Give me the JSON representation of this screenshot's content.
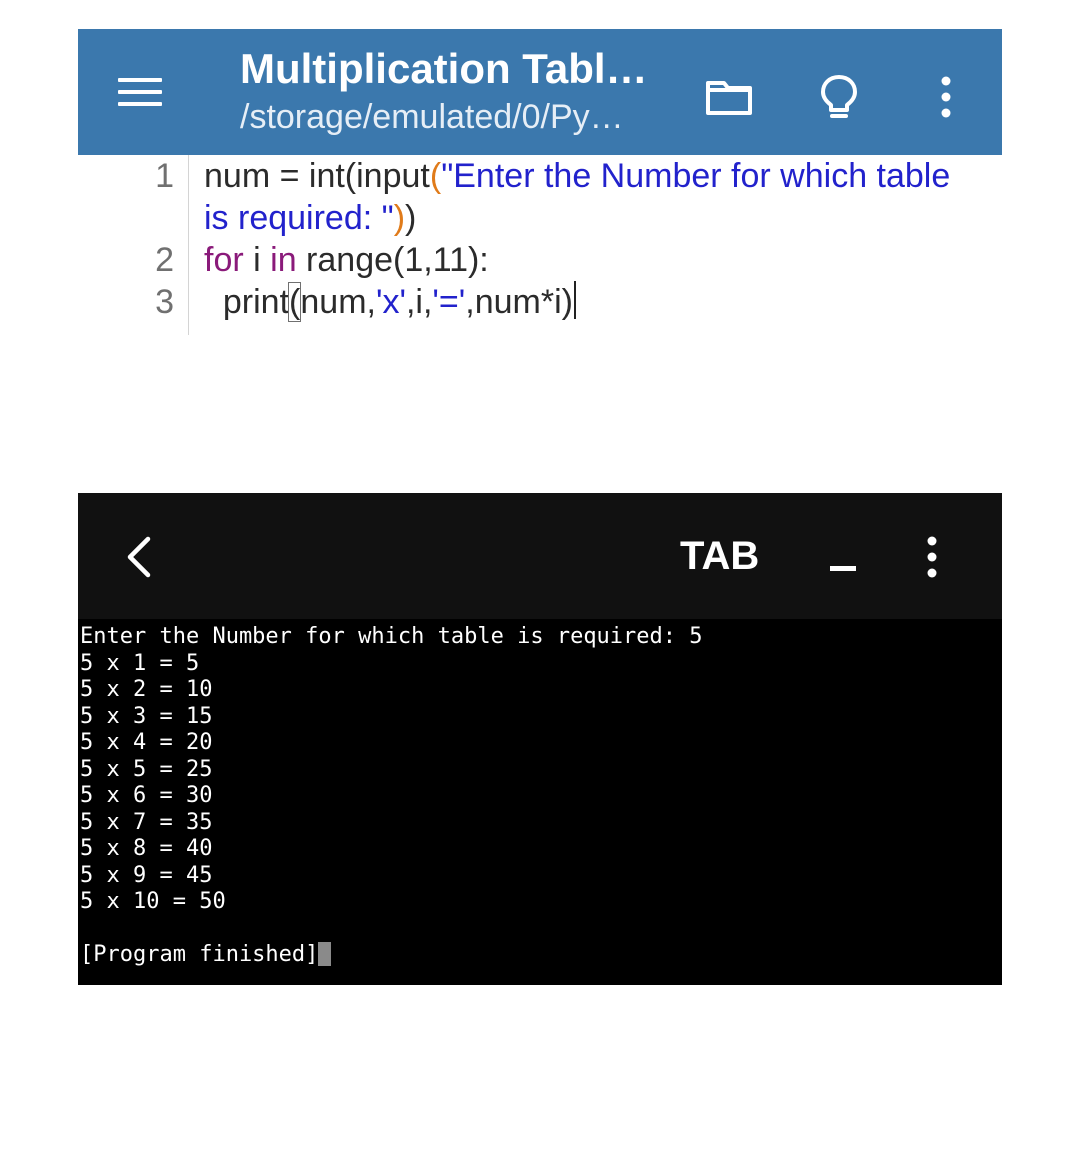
{
  "editor": {
    "title": "Multiplication Tabl…",
    "path": "/storage/emulated/0/Py…",
    "icons": [
      "menu-icon",
      "folder-icon",
      "lightbulb-icon",
      "more-vert-icon"
    ]
  },
  "code": {
    "line_numbers": [
      "1",
      "2",
      "3"
    ],
    "lines": {
      "l1a": {
        "p1": "num = int(input",
        "p2": "(",
        "p3": "\"Enter the Number for which table"
      },
      "l1b": {
        "p1": "is required: \"",
        "p2": ")",
        "p3": ")"
      },
      "l2": {
        "kw1": "for",
        "p1": " i ",
        "kw2": "in",
        "p2": " range(1,11):"
      },
      "l3": {
        "p1": "  print",
        "bracket": "(",
        "p2": "num,",
        "s1": "'x'",
        "p3": ",i,",
        "s2": "'='",
        "p4": ",num*i)"
      }
    }
  },
  "terminal": {
    "tab_label": "TAB",
    "underscore_label": "_",
    "icons": [
      "back-icon",
      "more-vert-icon"
    ],
    "output_lines": [
      "Enter the Number for which table is required: 5",
      "5 x 1 = 5",
      "5 x 2 = 10",
      "5 x 3 = 15",
      "5 x 4 = 20",
      "5 x 5 = 25",
      "5 x 6 = 30",
      "5 x 7 = 35",
      "5 x 8 = 40",
      "5 x 9 = 45",
      "5 x 10 = 50",
      "",
      "[Program finished]"
    ]
  },
  "colors": {
    "appbar": "#3b78ad",
    "string": "#2222cc",
    "keyword": "#8a1a7a",
    "bracket": "#e07b1a",
    "terminal_bg": "#000000",
    "terminal_bar": "#111111"
  }
}
